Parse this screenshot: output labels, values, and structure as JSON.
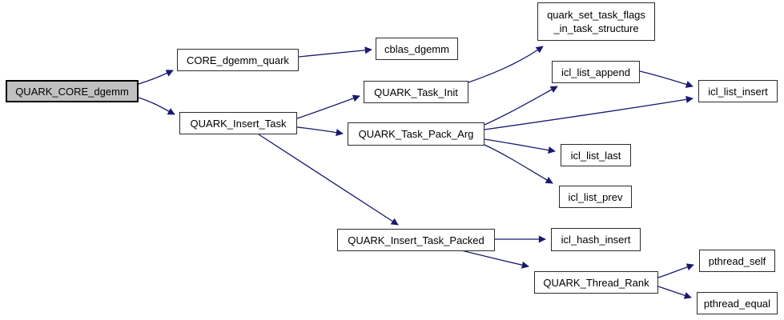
{
  "diagram": {
    "type": "call-graph",
    "root_function": "QUARK_CORE_dgemm",
    "colors": {
      "background": "#ffffff",
      "edge": "#191970",
      "node_fill": "#ffffff",
      "node_border": "#2b2b2b",
      "root_node_fill": "#c0c0c0",
      "text": "#000000"
    },
    "nodes": [
      {
        "id": "QUARK_CORE_dgemm",
        "label": "QUARK_CORE_dgemm",
        "root": true
      },
      {
        "id": "CORE_dgemm_quark",
        "label": "CORE_dgemm_quark"
      },
      {
        "id": "cblas_dgemm",
        "label": "cblas_dgemm"
      },
      {
        "id": "QUARK_Insert_Task",
        "label": "QUARK_Insert_Task"
      },
      {
        "id": "QUARK_Task_Init",
        "label": "QUARK_Task_Init"
      },
      {
        "id": "QUARK_Task_Pack_Arg",
        "label": "QUARK_Task_Pack_Arg"
      },
      {
        "id": "quark_set_task_flags_in_task_structure",
        "label": "quark_set_task_flags\n_in_task_structure"
      },
      {
        "id": "icl_list_append",
        "label": "icl_list_append"
      },
      {
        "id": "icl_list_insert",
        "label": "icl_list_insert"
      },
      {
        "id": "icl_list_last",
        "label": "icl_list_last"
      },
      {
        "id": "icl_list_prev",
        "label": "icl_list_prev"
      },
      {
        "id": "QUARK_Insert_Task_Packed",
        "label": "QUARK_Insert_Task_Packed"
      },
      {
        "id": "icl_hash_insert",
        "label": "icl_hash_insert"
      },
      {
        "id": "QUARK_Thread_Rank",
        "label": "QUARK_Thread_Rank"
      },
      {
        "id": "pthread_self",
        "label": "pthread_self"
      },
      {
        "id": "pthread_equal",
        "label": "pthread_equal"
      }
    ],
    "edges": [
      {
        "from": "QUARK_CORE_dgemm",
        "to": "CORE_dgemm_quark"
      },
      {
        "from": "QUARK_CORE_dgemm",
        "to": "QUARK_Insert_Task"
      },
      {
        "from": "CORE_dgemm_quark",
        "to": "cblas_dgemm"
      },
      {
        "from": "QUARK_Insert_Task",
        "to": "QUARK_Task_Init"
      },
      {
        "from": "QUARK_Insert_Task",
        "to": "QUARK_Task_Pack_Arg"
      },
      {
        "from": "QUARK_Insert_Task",
        "to": "QUARK_Insert_Task_Packed"
      },
      {
        "from": "QUARK_Task_Init",
        "to": "quark_set_task_flags_in_task_structure"
      },
      {
        "from": "QUARK_Task_Pack_Arg",
        "to": "icl_list_append"
      },
      {
        "from": "QUARK_Task_Pack_Arg",
        "to": "icl_list_insert"
      },
      {
        "from": "QUARK_Task_Pack_Arg",
        "to": "icl_list_last"
      },
      {
        "from": "QUARK_Task_Pack_Arg",
        "to": "icl_list_prev"
      },
      {
        "from": "icl_list_append",
        "to": "icl_list_insert"
      },
      {
        "from": "QUARK_Insert_Task_Packed",
        "to": "icl_hash_insert"
      },
      {
        "from": "QUARK_Insert_Task_Packed",
        "to": "QUARK_Thread_Rank"
      },
      {
        "from": "QUARK_Thread_Rank",
        "to": "pthread_self"
      },
      {
        "from": "QUARK_Thread_Rank",
        "to": "pthread_equal"
      }
    ]
  }
}
